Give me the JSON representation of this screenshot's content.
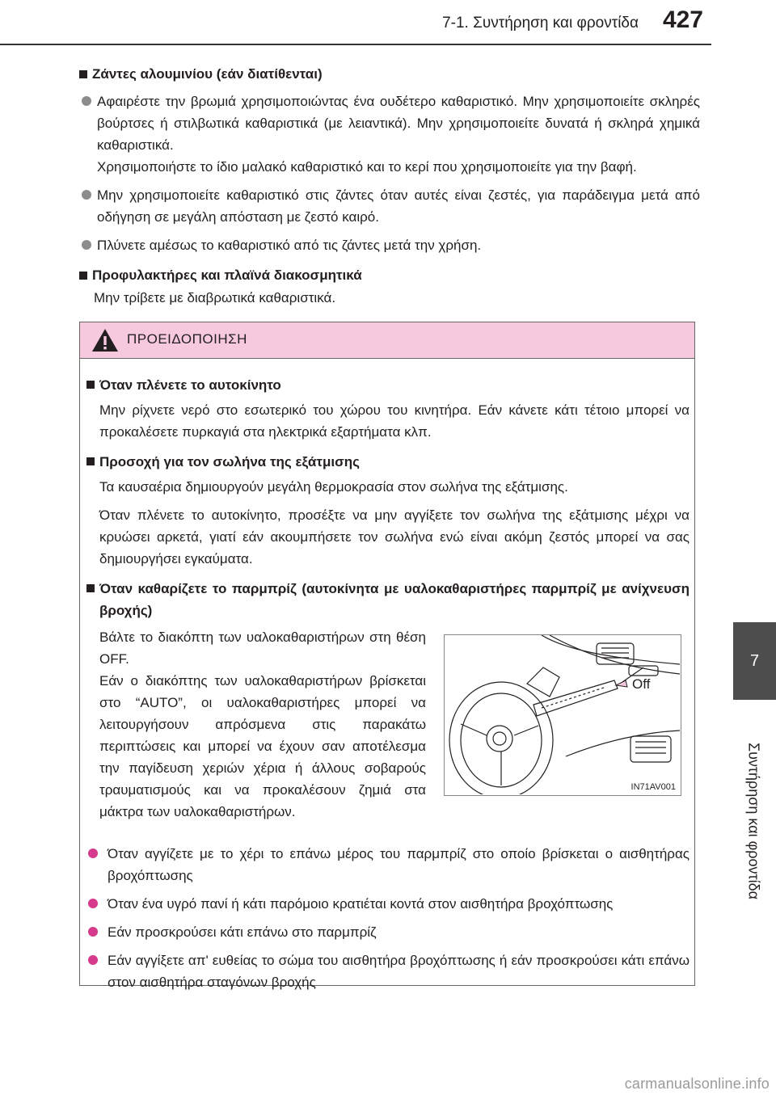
{
  "header": {
    "section": "7-1. Συντήρηση και φροντίδα",
    "page_number": "427"
  },
  "side_tab": {
    "number": "7",
    "label": "Συντήρηση και φροντίδα"
  },
  "alloy_wheels": {
    "heading": "Ζάντες αλουμινίου (εάν διατίθενται)",
    "bullets": [
      "Αφαιρέστε την βρωμιά χρησιμοποιώντας ένα ουδέτερο καθαριστικό. Μην χρησιμοποιείτε σκληρές βούρτσες ή στιλβωτικά καθαριστικά (με λειαντικά). Μην χρησιμοποιείτε δυνατά ή σκληρά χημικά καθαριστικά.\nΧρησιμοποιήστε το ίδιο μαλακό καθαριστικό και το κερί που χρησιμοποιείτε για την βαφή.",
      "Μην χρησιμοποιείτε καθαριστικό στις ζάντες όταν αυτές είναι ζεστές, για παράδειγμα μετά από οδήγηση σε μεγάλη απόσταση με ζεστό καιρό.",
      "Πλύνετε αμέσως το καθαριστικό από τις ζάντες μετά την χρήση."
    ]
  },
  "bumpers": {
    "heading": "Προφυλακτήρες και πλαϊνά διακοσμητικά",
    "text": "Μην τρίβετε με διαβρωτικά καθαριστικά."
  },
  "warning": {
    "title": "ΠΡΟΕΙΔΟΠΟΙΗΣΗ",
    "washing": {
      "heading": "Όταν πλένετε το αυτοκίνητο",
      "text": "Μην ρίχνετε νερό στο εσωτερικό του χώρου του κινητήρα. Εάν κάνετε κάτι τέτοιο μπορεί να προκαλέσετε πυρκαγιά στα ηλεκτρικά εξαρτήματα κλπ."
    },
    "exhaust": {
      "heading": "Προσοχή για τον σωλήνα της εξάτμισης",
      "text1": "Τα καυσαέρια δημιουργούν μεγάλη θερμοκρασία στον σωλήνα της εξάτμισης.",
      "text2": "Όταν πλένετε το αυτοκίνητο, προσέξτε να μην αγγίξετε τον σωλήνα της εξάτμισης μέχρι να κρυώσει αρκετά, γιατί εάν ακουμπήσετε τον σωλήνα ενώ είναι ακόμη ζεστός μπορεί να σας δημιουργήσει εγκαύματα."
    },
    "windshield": {
      "heading": "Όταν καθαρίζετε το παρμπρίζ (αυτοκίνητα με υαλοκαθαριστήρες παρμπρίζ με ανίχνευση βροχής)",
      "text": "Βάλτε το διακόπτη των υαλοκαθαριστήρων στη θέση OFF.\nΕάν ο διακόπτης των υαλοκαθαριστήρων βρίσκεται στο “AUTO”, οι υαλοκαθαριστήρες μπορεί να λειτουργήσουν απρόσμενα στις παρακάτω περιπτώσεις και μπορεί να έχουν σαν αποτέλεσμα την παγίδευση χεριών χέρια ή άλλους σοβαρούς τραυματισμούς και να προκαλέσουν ζημιά στα μάκτρα των υαλοκαθαριστήρων.",
      "figure_label": "Off",
      "figure_code": "IN71AV001",
      "bullets": [
        "Όταν αγγίζετε με το χέρι το επάνω μέρος του παρμπρίζ στο οποίο βρίσκεται ο αισθητήρας βροχόπτωσης",
        "Όταν ένα υγρό πανί ή κάτι παρόμοιο κρατιέται κοντά στον αισθητήρα βροχόπτωσης",
        "Εάν προσκρούσει κάτι επάνω στο παρμπρίζ",
        "Εάν αγγίξετε απ' ευθείας το σώμα του αισθητήρα βροχόπτωσης ή εάν προσκρούσει κάτι επάνω στον αισθητήρα σταγόνων βροχής"
      ]
    }
  },
  "watermark": "carmanualsonline.info"
}
